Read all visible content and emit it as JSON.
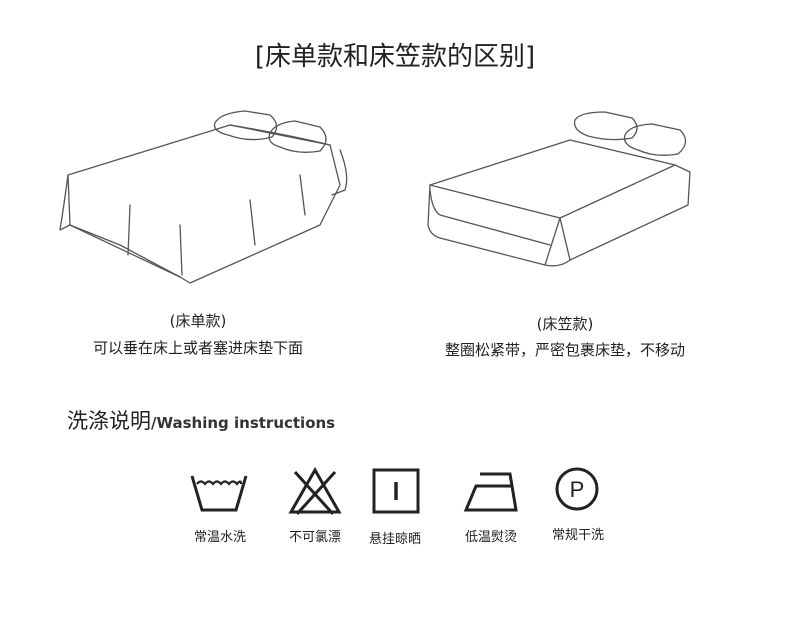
{
  "title": "[床单款和床笠款的区别]",
  "flat_sheet": {
    "name": "(床单款)",
    "desc": "可以垂在床上或者塞进床垫下面"
  },
  "fitted_sheet": {
    "name": "(床笠款)",
    "desc": "整圈松紧带，严密包裹床垫，不移动"
  },
  "washing": {
    "heading_cn": "洗涤说明",
    "heading_en": "/Washing instructions",
    "items": [
      {
        "icon": "wash-basin-icon",
        "label": "常温水洗"
      },
      {
        "icon": "no-bleach-icon",
        "label": "不可氯漂"
      },
      {
        "icon": "hang-dry-icon",
        "label": "悬挂晾晒"
      },
      {
        "icon": "iron-low-icon",
        "label": "低温熨烫"
      },
      {
        "icon": "dry-clean-p-icon",
        "label": "常规干洗"
      }
    ]
  }
}
